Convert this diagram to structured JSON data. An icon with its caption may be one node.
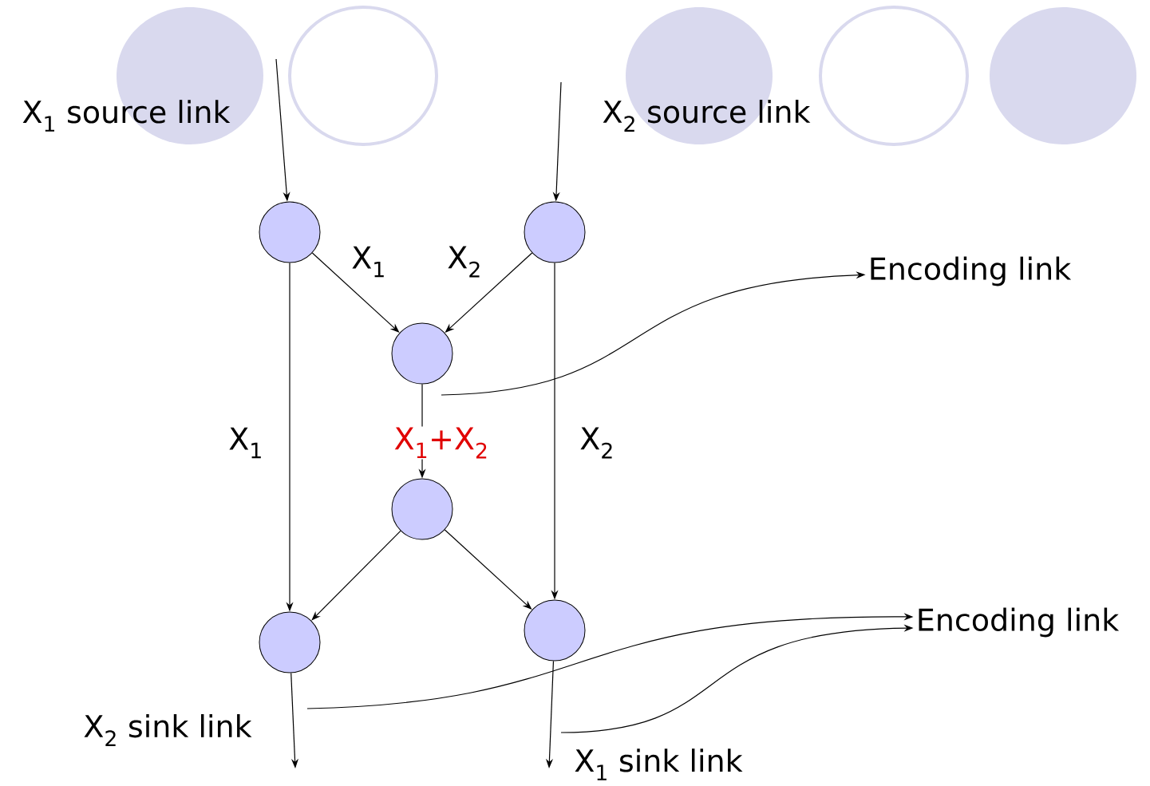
{
  "diagram": {
    "nodes": [
      {
        "text": [],
        "shape": "circle",
        "beside": [
          "X$_{1}$ source link"
        ]
      },
      {
        "text": [],
        "shape": "circle",
        "beside": [
          "X$_{2}$ source link"
        ]
      },
      {
        "text": [],
        "shape": "circle"
      },
      {
        "text": [],
        "shape": "circle"
      },
      {
        "text": [],
        "shape": "circle",
        "beside": [
          "X$_{2}$ sink link"
        ]
      },
      {
        "text": [],
        "shape": "circle",
        "beside": [
          "X$_{1}$ sink link"
        ]
      },
      {
        "text": [
          "Encoding link"
        ]
      },
      {
        "text": [
          "Encoding link"
        ]
      }
    ],
    "edges": [
      {
        "from": null,
        "to": 0,
        "arrow": "to"
      },
      {
        "from": null,
        "to": 1,
        "arrow": "to"
      },
      {
        "from": 0,
        "to": 2,
        "arrow": "to",
        "label": "X$_{1}$"
      },
      {
        "from": 1,
        "to": 2,
        "arrow": "to",
        "label": "X$_{2}$"
      },
      {
        "from": 0,
        "to": 4,
        "arrow": "to",
        "label": "X$_{1}$"
      },
      {
        "from": 1,
        "to": 5,
        "arrow": "to",
        "label": "X$_{2}$"
      },
      {
        "from": 2,
        "to": 3,
        "arrow": "to",
        "label": "X$_{1}$+X$_{2}$"
      },
      {
        "from": 3,
        "to": 4,
        "arrow": "to"
      },
      {
        "from": 3,
        "to": 5,
        "arrow": "to"
      },
      {
        "from": 4,
        "to": null,
        "arrow": "to"
      },
      {
        "from": 5,
        "to": null,
        "arrow": "to"
      },
      {
        "from": null,
        "to": 6,
        "arrow": "to"
      },
      {
        "from": null,
        "to": 7,
        "arrow": "to"
      },
      {
        "from": null,
        "to": 7,
        "arrow": "to"
      }
    ]
  }
}
